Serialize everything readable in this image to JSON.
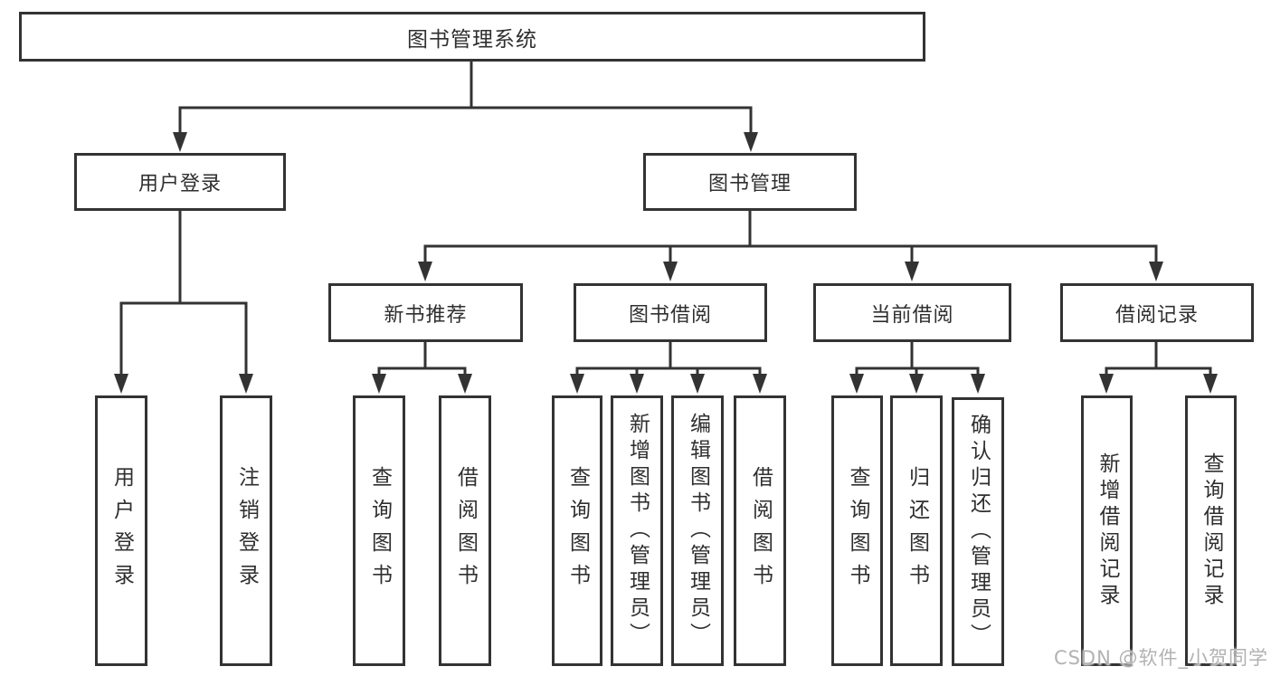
{
  "diagram": {
    "type": "hierarchy-tree",
    "tree": {
      "label": "图书管理系统",
      "children": [
        {
          "label": "用户登录",
          "children": [
            {
              "label": "用户登录"
            },
            {
              "label": "注销登录"
            }
          ]
        },
        {
          "label": "图书管理",
          "children": [
            {
              "label": "新书推荐",
              "children": [
                {
                  "label": "查询图书"
                },
                {
                  "label": "借阅图书"
                }
              ]
            },
            {
              "label": "图书借阅",
              "children": [
                {
                  "label": "查询图书"
                },
                {
                  "label": "新增图书（管理员）"
                },
                {
                  "label": "编辑图书（管理员）"
                },
                {
                  "label": "借阅图书"
                }
              ]
            },
            {
              "label": "当前借阅",
              "children": [
                {
                  "label": "查询图书"
                },
                {
                  "label": "归还图书"
                },
                {
                  "label": "确认归还（管理员）"
                }
              ]
            },
            {
              "label": "借阅记录",
              "children": [
                {
                  "label": "新增借阅记录"
                },
                {
                  "label": "查询借阅记录"
                }
              ]
            }
          ]
        }
      ]
    }
  },
  "watermark": {
    "text": "CSDN @软件_小贺同学"
  },
  "colors": {
    "line": "#333333",
    "box_border": "#333333",
    "box_background": "#ffffff",
    "text": "#2f2f2f",
    "watermark": "#b2b2b2",
    "page_background": "#ffffff"
  }
}
